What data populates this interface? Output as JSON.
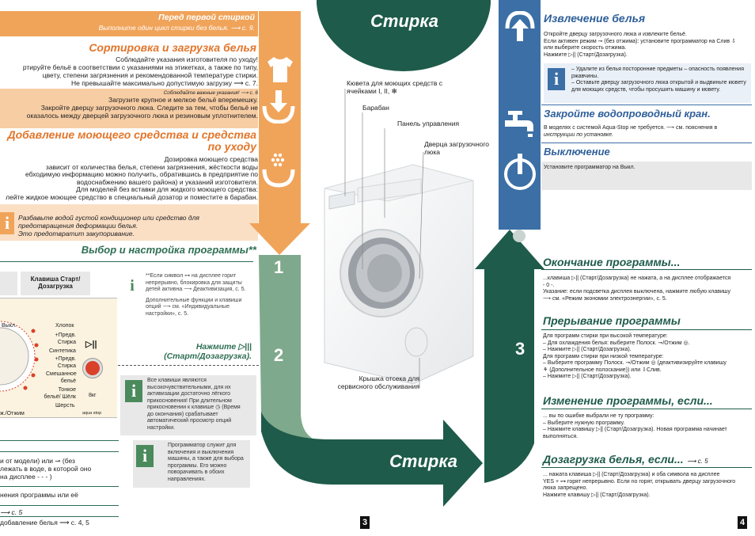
{
  "left": {
    "before_first_wash": {
      "title": "Перед первой стиркой",
      "text": "Выполните один цикл стирки без белья. ⟶ с. 9."
    },
    "sort": {
      "title": "Сортировка и загрузка белья",
      "lines": [
        "Соблюдайте указания изготовителя по уходу!",
        "ртируйте бельё в соответствии с указаниями на этикетках, а также по типу,",
        "цвету, степени загрязнения и рекомендованной температуре стирки.",
        "Не превышайте максимально допустимую загрузку ⟶ с. 7."
      ],
      "note": "Соблюдайте важные указания! ⟶ с. 6",
      "lines2": [
        "Загрузите крупное и мелкое бельё вперемешку.",
        "Закройте дверцу загрузочного люка. Следите за тем, чтобы бельё не",
        "оказалось между дверцей загрузочного люка и резиновым уплотнителем."
      ]
    },
    "detergent": {
      "title1": "Добавление моющего средства и средства",
      "title2": "по уходу",
      "lines": [
        "Дозировка моющего средства",
        "зависит от количества белья, степени загрязнения, жёсткости воды",
        "ебходимую информацию можно получить, обратившись в предприятие по",
        "водоснабжению вашего района) и указаний изготовителя.",
        "Для моделей без вставки для жидкого моющего средства:",
        "лейте жидкое моющее средство в специальный дозатор и поместите в барабан."
      ]
    },
    "warning": {
      "lines": [
        "Разбавьте водой густой кондиционер или средство для",
        "предотвращения деформации белья.",
        "Это предотвратит закупоривание."
      ]
    },
    "program": {
      "title": "Выбор и настройка программы**",
      "key_header": "Клавиша Старт/ Дозагрузка",
      "note1": [
        "**Если символ ⊶ на дисплее горит",
        "непрерывно, блокировка для защиты",
        "детей активна ⟶ Деактивизация, с. 5.",
        "",
        "Дополнительные функции и клавиши",
        "опций ⟶ см. «Индивидуальные",
        "настройки», с. 5."
      ],
      "press": "Нажмите ▷|||",
      "press2": "(Старт/Дозагрузка).",
      "note2": [
        "Все клавиши являются",
        "высокочувствительными, для их",
        "активизации достаточно лёгкого",
        "прикосновения! При длительном",
        "прикосновении к клавише ◷ (Время",
        "до окончания) срабатывает",
        "автоматический просмотр опций",
        "настройки."
      ],
      "note3": [
        "Программатор служит для",
        "включения и выключения",
        "машины, а также для выбора",
        "программы. Его можно",
        "поворачивать в обоих",
        "направлениях."
      ],
      "panel_labels": [
        "Выкл.",
        "Хлопок",
        "+Предв. Стирка",
        "Синтетика",
        "+Предв. Стирка",
        "Смешанное бельё",
        "Тонкое бельё/ Шёлк",
        "Шерсть",
        "ж./Отжим"
      ],
      "panel_load": "8кг",
      "panel_brand": "aqua stop",
      "bottom_lines": [
        "и от модели) или ⊸ (без",
        "лежать в воде, в которой оно",
        "на дисплее - - - )",
        "",
        "нения программы или её",
        "",
        "⟶ с. 5",
        "добавление белья ⟶ с. 4, 5"
      ]
    }
  },
  "center": {
    "top_label": "Стирка",
    "bottom_label": "Стирка",
    "callouts": [
      "Кювета для моющих средств с ячейками I, II, ✻",
      "Барабан",
      "Панель управления",
      "Дверца загрузочного люка",
      "Крышка отсека для сервисного обслуживания"
    ],
    "step1": "1",
    "step2": "2",
    "step3": "3"
  },
  "right": {
    "unload": {
      "title": "Извлечение белья",
      "lines": [
        "Откройте дверцу загрузочного люка и извлеките бельё.",
        "Если активен режим ⊸ (без отжима): установите программатор на Слив ⇩",
        "или выберите скорость отжима.",
        "Нажмите ▷|| (Старт/Дозагрузка)."
      ],
      "bullets": [
        "Удалите из белья посторонние предметы – опасность появления ржавчины.",
        "Оставьте дверцу загрузочного люка открытой и выдвиньте кювету для моющих средств, чтобы просушить машину и кювету."
      ]
    },
    "tap": {
      "title": "Закройте водопроводный кран.",
      "lines": [
        "В моделях с системой Aqua-Stop не требуется. ⟶ см. пояснения в",
        "инструкции по установке."
      ]
    },
    "off": {
      "title": "Выключение",
      "text": "Установите программатор на Выкл."
    },
    "end": {
      "title": "Окончание программы...",
      "lines": [
        "...клавиша ▷|| (Старт/Дозагрузка) не нажата, а на дисплее отображается",
        "- 0 -.",
        "Указание: если подсветка дисплея выключена, нажмите любую клавишу",
        "⟶ см. «Режим экономии электроэнергии», с. 5."
      ]
    },
    "interrupt": {
      "title": "Прерывание программы",
      "lines": [
        "Для программ стирки при высокой температуре:",
        "– Для охлаждения белья: выберите Полоск. ⊸/Отжим ◎.",
        "– Нажмите ▷|| (Старт/Дозагрузка).",
        "Для программ стирки при низкой температуре:",
        "– Выберите программу Полоск. ⊸/Отжим ◎ (деактивизируйте клавишу",
        "  ⚘ (Дополнительное полоскание)) или ⇩Слив.",
        "– Нажмите ▷|| (Старт/Дозагрузка)."
      ]
    },
    "change": {
      "title": "Изменение программы, если...",
      "lines": [
        "... вы по ошибке выбрали не ту программу:",
        "– Выберите нужную программу.",
        "– Нажмите клавишу ▷|| (Старт/Дозагрузка). Новая программа начинает",
        "   выполняться."
      ]
    },
    "reload": {
      "title": "Дозагрузка белья, если...",
      "title_ref": "⟶ с. 5",
      "lines": [
        "... нажата клавиша ▷|| (Старт/Дозагрузка) и оба символа на дисплее",
        "YES + ⊶ горят непрерывно. Если no горят, открывать дверцу загрузочного",
        "люка запрещено.",
        "Нажмите клавишу ▷|| (Старт/Дозагрузка)."
      ]
    }
  },
  "page_numbers": {
    "left": "3",
    "right": "4"
  },
  "colors": {
    "orange": "#f0a45a",
    "blue": "#3b6fa6",
    "green": "#1e5b4a",
    "sage": "#7fa98c"
  }
}
